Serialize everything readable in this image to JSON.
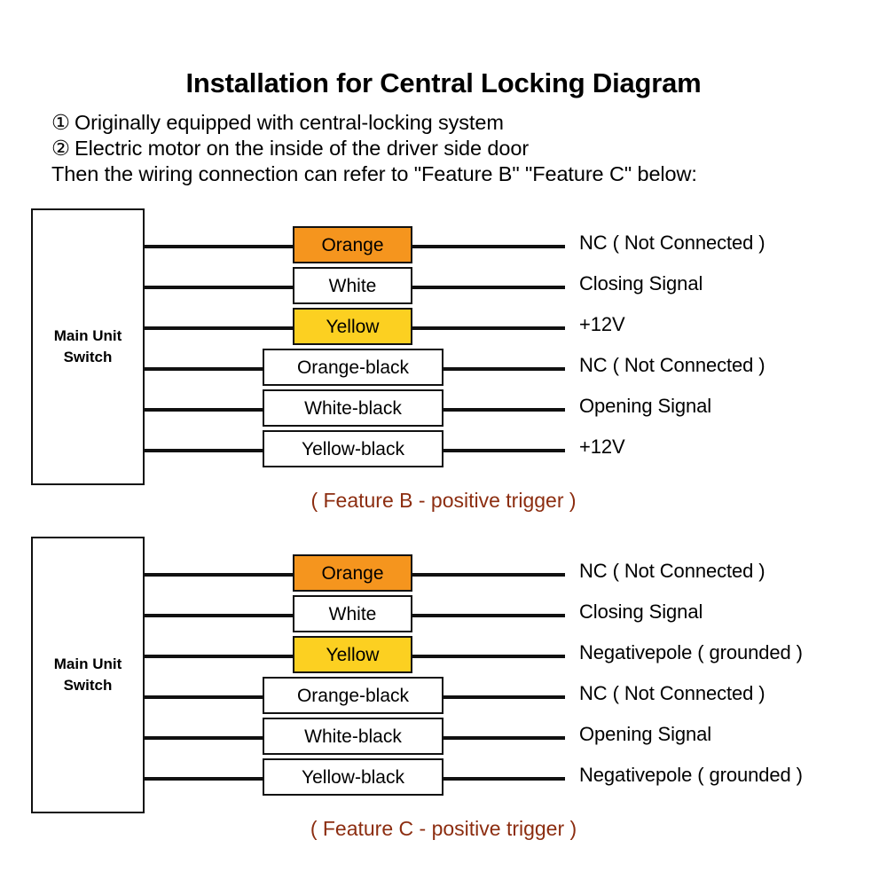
{
  "header": {
    "title": "Installation for Central Locking Diagram",
    "notes": [
      {
        "marker": "①",
        "text": "Originally equipped with central-locking system"
      },
      {
        "marker": "②",
        "text": "Electric motor on the inside of the driver side door"
      },
      {
        "marker": "",
        "text": "Then the wiring connection can refer to \"Feature B\" \"Feature C\" below:"
      }
    ]
  },
  "colors": {
    "orange": "#F5951E",
    "yellow": "#FCD021",
    "white": "#FFFFFF",
    "line": "#111111",
    "caption": "#8C2D10"
  },
  "blocks": [
    {
      "id": "feature-b",
      "unit_label": "Main Unit\nSwitch",
      "caption": "( Feature B - positive trigger )",
      "rows": [
        {
          "wire": "Orange",
          "swatch": "orange",
          "width": "narrow",
          "function": "NC ( Not Connected )"
        },
        {
          "wire": "White",
          "swatch": "white",
          "width": "narrow",
          "function": "Closing Signal"
        },
        {
          "wire": "Yellow",
          "swatch": "yellow",
          "width": "narrow",
          "function": "+12V"
        },
        {
          "wire": "Orange-black",
          "swatch": "white",
          "width": "wide",
          "function": "NC ( Not Connected )"
        },
        {
          "wire": "White-black",
          "swatch": "white",
          "width": "wide",
          "function": "Opening Signal"
        },
        {
          "wire": "Yellow-black",
          "swatch": "white",
          "width": "wide",
          "function": "+12V"
        }
      ]
    },
    {
      "id": "feature-c",
      "unit_label": "Main Unit\nSwitch",
      "caption": "( Feature C - positive trigger )",
      "rows": [
        {
          "wire": "Orange",
          "swatch": "orange",
          "width": "narrow",
          "function": "NC ( Not Connected )"
        },
        {
          "wire": "White",
          "swatch": "white",
          "width": "narrow",
          "function": "Closing Signal"
        },
        {
          "wire": "Yellow",
          "swatch": "yellow",
          "width": "narrow",
          "function": "Negativepole ( grounded )"
        },
        {
          "wire": "Orange-black",
          "swatch": "white",
          "width": "wide",
          "function": "NC ( Not Connected )"
        },
        {
          "wire": "White-black",
          "swatch": "white",
          "width": "wide",
          "function": "Opening Signal"
        },
        {
          "wire": "Yellow-black",
          "swatch": "white",
          "width": "wide",
          "function": "Negativepole ( grounded )"
        }
      ]
    }
  ]
}
